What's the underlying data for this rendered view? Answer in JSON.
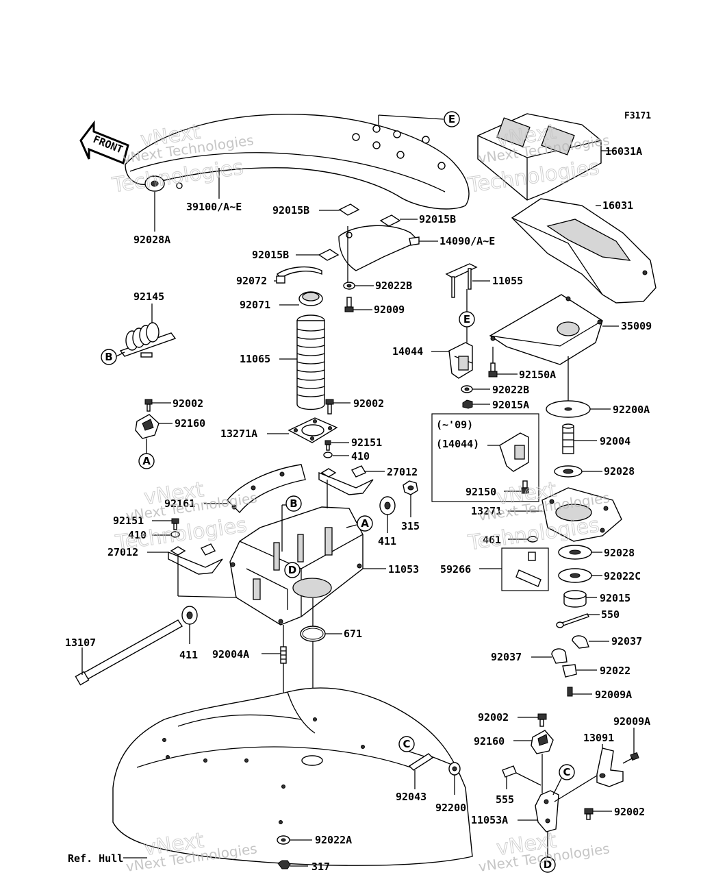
{
  "figure_id": "F3171",
  "front_label": "FRONT",
  "watermark": {
    "line1": "vNext",
    "line2": "Technologies",
    "full": "vNext Technologies"
  },
  "ref_label": "Ref. Hull",
  "parts": {
    "p39100": "39100/A~E",
    "p92028A": "92028A",
    "p92015B_1": "92015B",
    "p92015B_2": "92015B",
    "p92015B_3": "92015B",
    "p14090": "14090/A~E",
    "p92072": "92072",
    "p92022B_1": "92022B",
    "p92071": "92071",
    "p92009": "92009",
    "p92145": "92145",
    "p11065": "11065",
    "p92002_1": "92002",
    "p92002_2": "92002",
    "p92160_1": "92160",
    "p13271A": "13271A",
    "p92151_1": "92151",
    "p410_1": "410",
    "p27012_1": "27012",
    "p92161": "92161",
    "p92151_2": "92151",
    "p410_2": "410",
    "p27012_2": "27012",
    "p315": "315",
    "p411_1": "411",
    "p11053": "11053",
    "p13107": "13107",
    "p411_2": "411",
    "p92004A": "92004A",
    "p671": "671",
    "p16031A": "16031A",
    "p16031": "16031",
    "p11055": "11055",
    "p35009": "35009",
    "p14044": "14044",
    "p92150A": "92150A",
    "p92022B_2": "92022B",
    "p92015A": "92015A",
    "p92200A": "92200A",
    "p92004": "92004",
    "p92028_1": "92028",
    "inset_note": "(~'09)",
    "inset_part": "(14044)",
    "p92150": "92150",
    "p13271": "13271",
    "p461": "461",
    "p92028_2": "92028",
    "p59266": "59266",
    "p92022C": "92022C",
    "p92015": "92015",
    "p550": "550",
    "p92037_1": "92037",
    "p92037_2": "92037",
    "p92022": "92022",
    "p92009A_1": "92009A",
    "p92002_3": "92002",
    "p92009A_2": "92009A",
    "p92160_2": "92160",
    "p13091": "13091",
    "p92043": "92043",
    "p92200": "92200",
    "p555": "555",
    "p11053A": "11053A",
    "p92002_4": "92002",
    "p92022A": "92022A",
    "p317": "317"
  },
  "callouts": {
    "A": "A",
    "B": "B",
    "C": "C",
    "D": "D",
    "E": "E"
  }
}
